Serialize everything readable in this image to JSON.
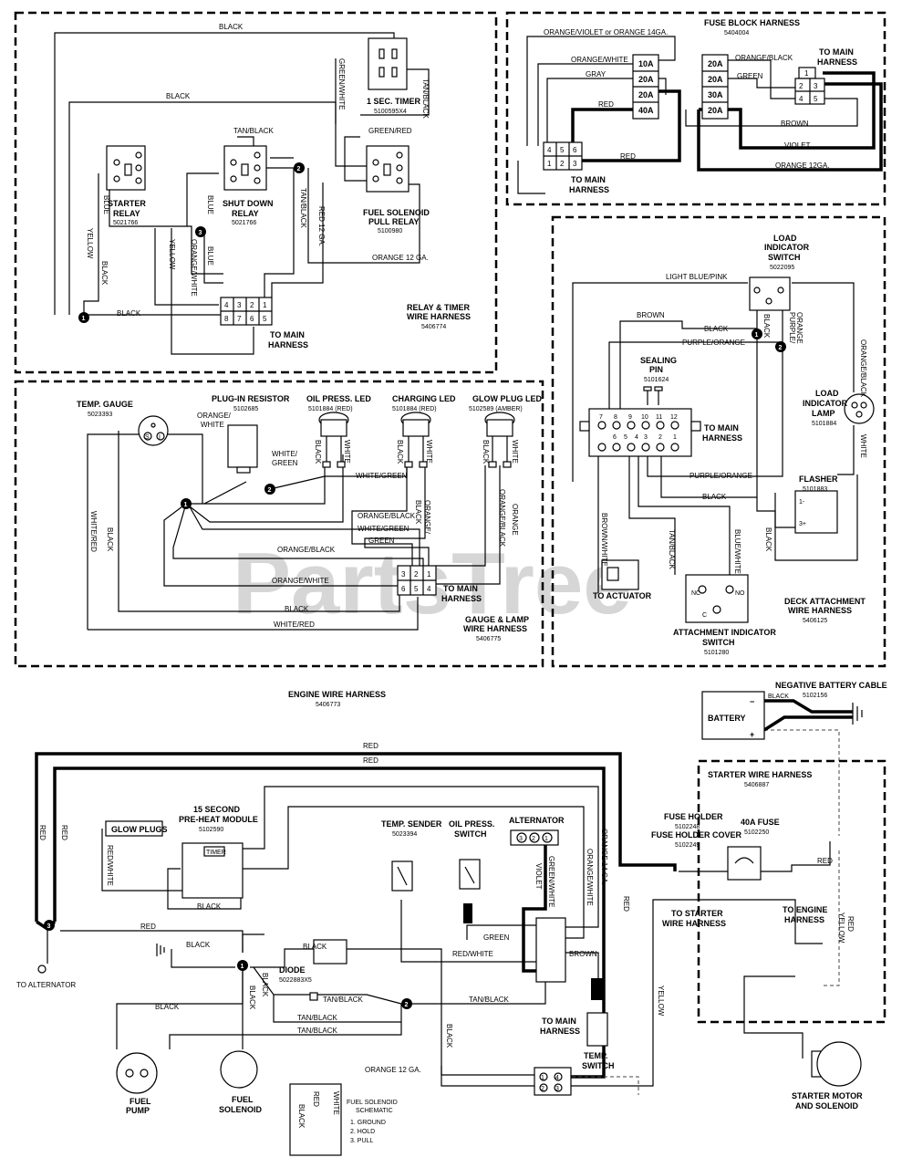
{
  "watermark": "PartsTree",
  "relay_timer": {
    "title": "RELAY & TIMER",
    "title2": "WIRE HARNESS",
    "part": "5406774",
    "timer": "1 SEC. TIMER",
    "timer_part": "5100595X4",
    "starter": "STARTER",
    "starter2": "RELAY",
    "starter_part": "5021766",
    "shutdown": "SHUT DOWN",
    "shutdown2": "RELAY",
    "shutdown_part": "5021766",
    "fuel": "FUEL SOLENOID",
    "fuel2": "PULL RELAY",
    "fuel_part": "5100980",
    "to_main": "TO MAIN",
    "to_main2": "HARNESS",
    "w_black": "BLACK",
    "w_tanblack": "TAN/BLACK",
    "w_greenwhite": "GREEN/WHITE",
    "w_greenred": "GREEN/RED",
    "w_red12": "RED 12 GA.",
    "w_orange12": "ORANGE 12 GA.",
    "w_blue": "BLUE",
    "w_yellow": "YELLOW",
    "w_orangewhite": "ORANGE/WHITE",
    "pins_top": [
      "4",
      "3",
      "2",
      "1"
    ],
    "pins_bot": [
      "8",
      "7",
      "6",
      "5"
    ],
    "nodes": [
      "1",
      "2",
      "3"
    ]
  },
  "fuse_block": {
    "title": "FUSE BLOCK HARNESS",
    "part": "5404004",
    "w_ov": "ORANGE/VIOLET or ORANGE 14GA.",
    "w_ow": "ORANGE/WHITE",
    "w_gray": "GRAY",
    "w_red": "RED",
    "w_ob": "ORANGE/BLACK",
    "w_green": "GREEN",
    "w_brown": "BROWN",
    "w_violet": "VIOLET",
    "w_orange12": "ORANGE 12GA.",
    "fuses_left": [
      "10A",
      "20A",
      "20A",
      "40A"
    ],
    "fuses_right": [
      "20A",
      "20A",
      "30A",
      "20A"
    ],
    "to_main": "TO MAIN",
    "to_main2": "HARNESS",
    "pins_top": [
      "4",
      "5",
      "6"
    ],
    "pins_bot": [
      "1",
      "2",
      "3"
    ],
    "rpins": [
      "1",
      "2",
      "3",
      "4",
      "5"
    ]
  },
  "deck": {
    "title": "DECK ATTACHMENT",
    "title2": "WIRE HARNESS",
    "part": "5406125",
    "load_sw": "LOAD",
    "load_sw2": "INDICATOR",
    "load_sw3": "SWITCH",
    "load_sw_part": "5022095",
    "load_lamp": "LOAD",
    "load_lamp2": "INDICATOR",
    "load_lamp3": "LAMP",
    "load_lamp_part": "5101884",
    "flasher": "FLASHER",
    "flasher_part": "5101883",
    "sealing": "SEALING",
    "sealing2": "PIN",
    "sealing_part": "5101624",
    "to_main": "TO MAIN",
    "to_main2": "HARNESS",
    "actuator": "TO ACTUATOR",
    "att_sw": "ATTACHMENT INDICATOR",
    "att_sw2": "SWITCH",
    "att_sw_part": "5101280",
    "w_lbp": "LIGHT BLUE/PINK",
    "w_brown": "BROWN",
    "w_black": "BLACK",
    "w_po": "PURPLE/ORANGE",
    "w_purple": "PURPLE/",
    "w_orange": "ORANGE",
    "w_ob": "ORANGE/BLACK",
    "w_white": "WHITE",
    "w_bw": "BROWN/WHITE",
    "w_tb": "TAN/BLACK",
    "w_blw": "BLUE/WHITE",
    "pins_top": [
      "7",
      "8",
      "9",
      "10",
      "11",
      "12"
    ],
    "pins_bot": [
      "6",
      "5",
      "4",
      "3",
      "2",
      "1"
    ],
    "nc": "NC",
    "no": "NO",
    "c": "C",
    "nodes": [
      "1",
      "2"
    ]
  },
  "gauge": {
    "title": "GAUGE & LAMP",
    "title2": "WIRE HARNESS",
    "part": "5406775",
    "temp_gauge": "TEMP. GAUGE",
    "temp_gauge_part": "5023393",
    "resistor": "PLUG-IN RESISTOR",
    "resistor_part": "5102685",
    "oil_led": "OIL PRESS. LED",
    "oil_led_part": "5101884 (RED)",
    "chg_led": "CHARGING LED",
    "chg_led_part": "5101884 (RED)",
    "glow_led": "GLOW PLUG LED",
    "glow_led_part": "5102589 (AMBER)",
    "to_main": "TO MAIN",
    "to_main2": "HARNESS",
    "w_orange": "ORANGE/",
    "w_white": "WHITE",
    "w_wg": "WHITE/GREEN",
    "w_wg2": "WHITE/",
    "w_green": "GREEN",
    "w_ob": "ORANGE/BLACK",
    "w_ob2": "ORANGE/",
    "w_black": "BLACK",
    "w_ow": "ORANGE/WHITE",
    "w_wr": "WHITE/RED",
    "w_obl": "ORANGE/BLACK",
    "w_or": "ORANGE",
    "pins_top": [
      "3",
      "2",
      "1"
    ],
    "pins_bot": [
      "6",
      "5",
      "4"
    ],
    "gauge_pins": [
      "S",
      "I"
    ],
    "nodes": [
      "1",
      "2"
    ]
  },
  "engine": {
    "title": "ENGINE WIRE HARNESS",
    "part": "5406773",
    "battery": "BATTERY",
    "neg": "NEGATIVE BATTERY CABLE",
    "neg_part": "5102156",
    "starter_harness": "STARTER WIRE HARNESS",
    "starter_part": "5406887",
    "fuse_holder": "FUSE HOLDER",
    "fuse_holder_part": "5102248",
    "fuse_cover": "FUSE HOLDER COVER",
    "fuse_cover_part": "5102249",
    "fuse40": "40A FUSE",
    "fuse40_part": "5102250",
    "glow": "GLOW PLUGS",
    "preheat": "15 SECOND",
    "preheat2": "PRE-HEAT MODULE",
    "preheat_part": "5102590",
    "temp_sender": "TEMP. SENDER",
    "temp_sender_part": "5023394",
    "oil_sw": "OIL PRESS.",
    "oil_sw2": "SWITCH",
    "alternator": "ALTERNATOR",
    "diode": "DIODE",
    "diode_part": "5022883X5",
    "fuel_pump": "FUEL",
    "fuel_pump2": "PUMP",
    "fuel_sol": "FUEL",
    "fuel_sol2": "SOLENOID",
    "to_alt": "TO ALTERNATOR",
    "to_main": "TO MAIN",
    "to_main2": "HARNESS",
    "temp_sw": "TEMP.",
    "temp_sw2": "SWITCH",
    "to_starter": "TO STARTER",
    "to_starter2": "WIRE HARNESS",
    "to_engine": "TO ENGINE",
    "to_engine2": "HARNESS",
    "starter_motor": "STARTER MOTOR",
    "starter_motor2": "AND SOLENOID",
    "fs_schem": "FUEL SOLENOID",
    "fs_schem2": "SCHEMATIC",
    "fs_1": "1.  GROUND",
    "fs_2": "2.  HOLD",
    "fs_3": "3.  PULL",
    "w_red": "RED",
    "w_black": "BLACK",
    "w_yellow": "YELLOW",
    "w_green": "GREEN",
    "w_brown": "BROWN",
    "w_redwhite": "RED/WHITE",
    "w_tanblack": "TAN/BLACK",
    "w_orange12": "ORANGE 12 GA.",
    "w_orange14": "ORANGE 14 GA.",
    "w_violet": "VIOLET",
    "w_greenwhite": "GREEN/WHITE",
    "w_orangewhite": "ORANGE/WHITE",
    "w_white": "WHITE",
    "timer": "TIMER",
    "alt_pins": [
      "3",
      "2",
      "1"
    ],
    "plug_pins": [
      "1",
      "2",
      "3",
      "4"
    ],
    "nodes": [
      "1",
      "2",
      "3"
    ],
    "minus": "−",
    "plus": "+"
  }
}
